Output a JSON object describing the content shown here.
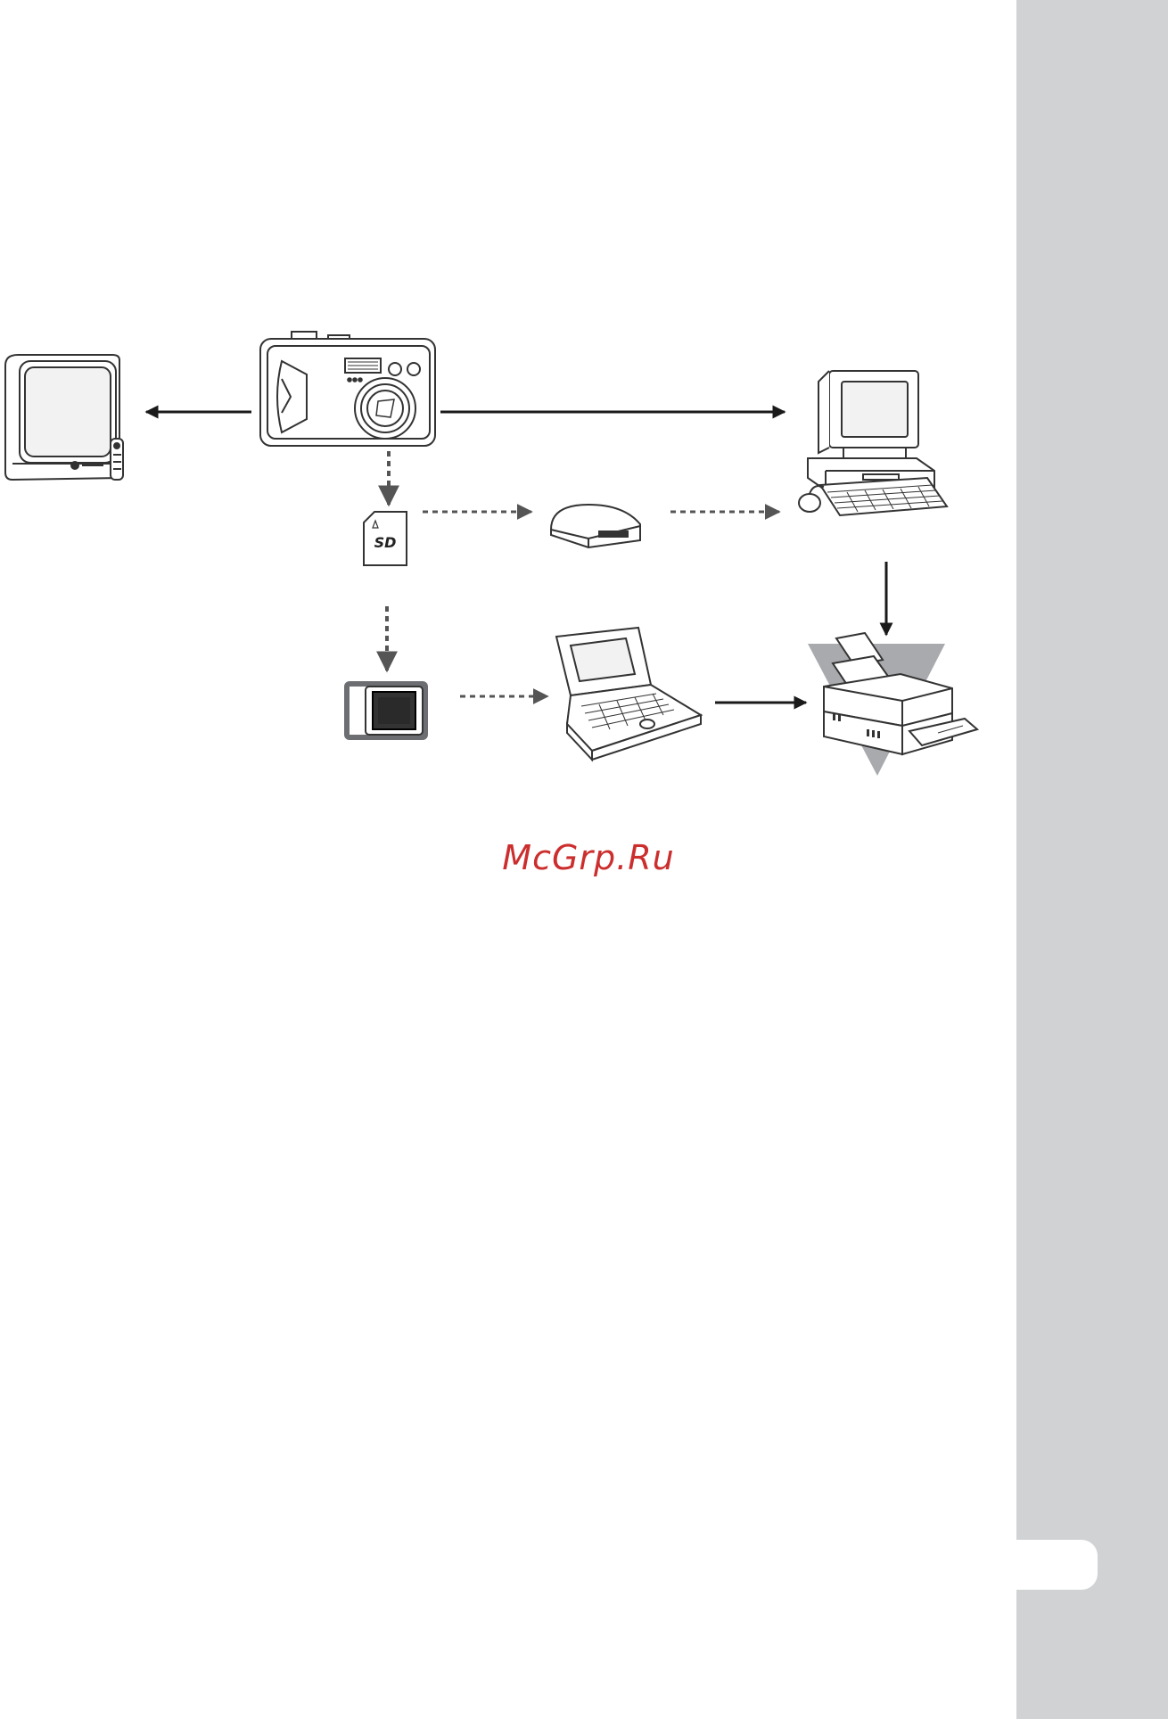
{
  "diagram": {
    "nodes": [
      {
        "id": "camera",
        "icon": "digital-camera-icon"
      },
      {
        "id": "tv",
        "icon": "television-icon"
      },
      {
        "id": "desktop",
        "icon": "desktop-computer-icon"
      },
      {
        "id": "sd_card",
        "icon": "sd-card-icon",
        "card_label": "SD"
      },
      {
        "id": "card_reader",
        "icon": "card-reader-icon"
      },
      {
        "id": "pcmcia_adapter",
        "icon": "pc-card-adapter-icon"
      },
      {
        "id": "laptop",
        "icon": "laptop-icon"
      },
      {
        "id": "printer",
        "icon": "printer-icon"
      }
    ],
    "edges": [
      {
        "from": "camera",
        "to": "tv",
        "style": "solid"
      },
      {
        "from": "camera",
        "to": "desktop",
        "style": "solid"
      },
      {
        "from": "camera",
        "to": "sd_card",
        "style": "dashed"
      },
      {
        "from": "sd_card",
        "to": "card_reader",
        "style": "dashed"
      },
      {
        "from": "card_reader",
        "to": "desktop",
        "style": "dashed"
      },
      {
        "from": "sd_card",
        "to": "pcmcia_adapter",
        "style": "dashed"
      },
      {
        "from": "pcmcia_adapter",
        "to": "laptop",
        "style": "dashed"
      },
      {
        "from": "laptop",
        "to": "printer",
        "style": "solid"
      },
      {
        "from": "desktop",
        "to": "printer",
        "style": "solid"
      }
    ]
  },
  "watermark": "McGrp.Ru",
  "colors": {
    "side_band": "#d1d2d4",
    "line": "#1a1a1a",
    "dashed_arrow": "#555555",
    "watermark": "#cc2e2e",
    "printer_backdrop": "#a9aaad"
  }
}
